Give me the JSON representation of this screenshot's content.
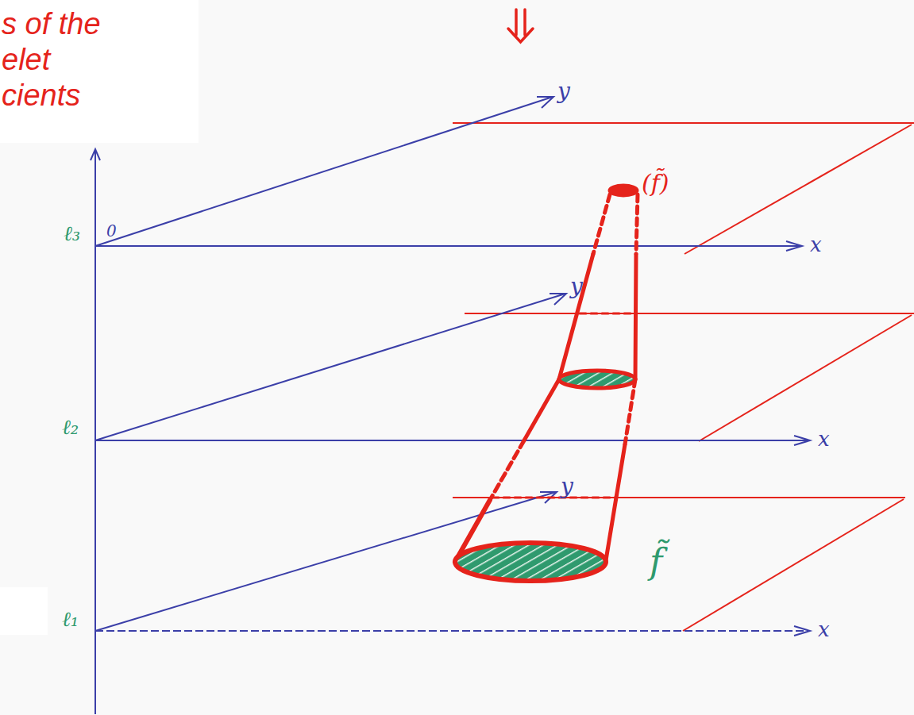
{
  "diagram": {
    "labels": [
      "s of the elet cients",
      "y",
      "(f̃)",
      "ℓ₃",
      "0",
      "x",
      "y",
      "ℓ₂",
      "x",
      "y",
      "f̃",
      "ℓ₁",
      "x"
    ]
  }
}
